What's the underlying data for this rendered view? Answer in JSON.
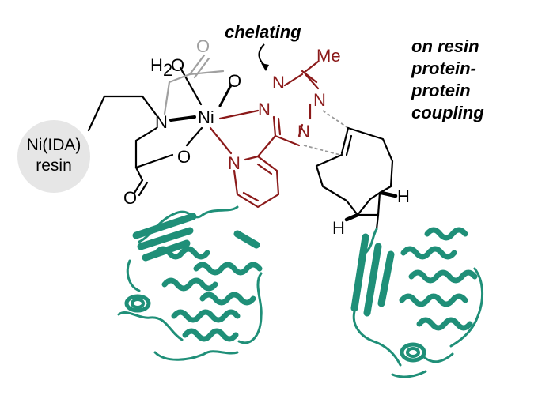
{
  "callout": {
    "text": "chelating"
  },
  "side_note": {
    "lines": [
      "on resin",
      "protein-",
      "protein",
      "coupling"
    ]
  },
  "resin": {
    "line1": "Ni(IDA)",
    "line2": "resin"
  },
  "atoms": {
    "ni": "Ni",
    "n_amine": "N",
    "o_upper": "O",
    "o_lower": "O",
    "o_carbonyl_bottom": "O",
    "o_carbonyl_top": "O",
    "water_h": "H",
    "water_2": "2",
    "water_o": "O",
    "n_pyridine": "N",
    "tz_n1": "N",
    "tz_n2": "N",
    "tz_n3": "N",
    "tz_n4": "N",
    "methyl": "Me",
    "h_right": "H",
    "h_left": "H"
  },
  "colors": {
    "ligand_red": "#8b1a1a",
    "protein_teal": "#1f8f78",
    "resin_gray": "#e6e6e6",
    "faded_gray": "#a0a0a0",
    "text_black": "#000000"
  }
}
